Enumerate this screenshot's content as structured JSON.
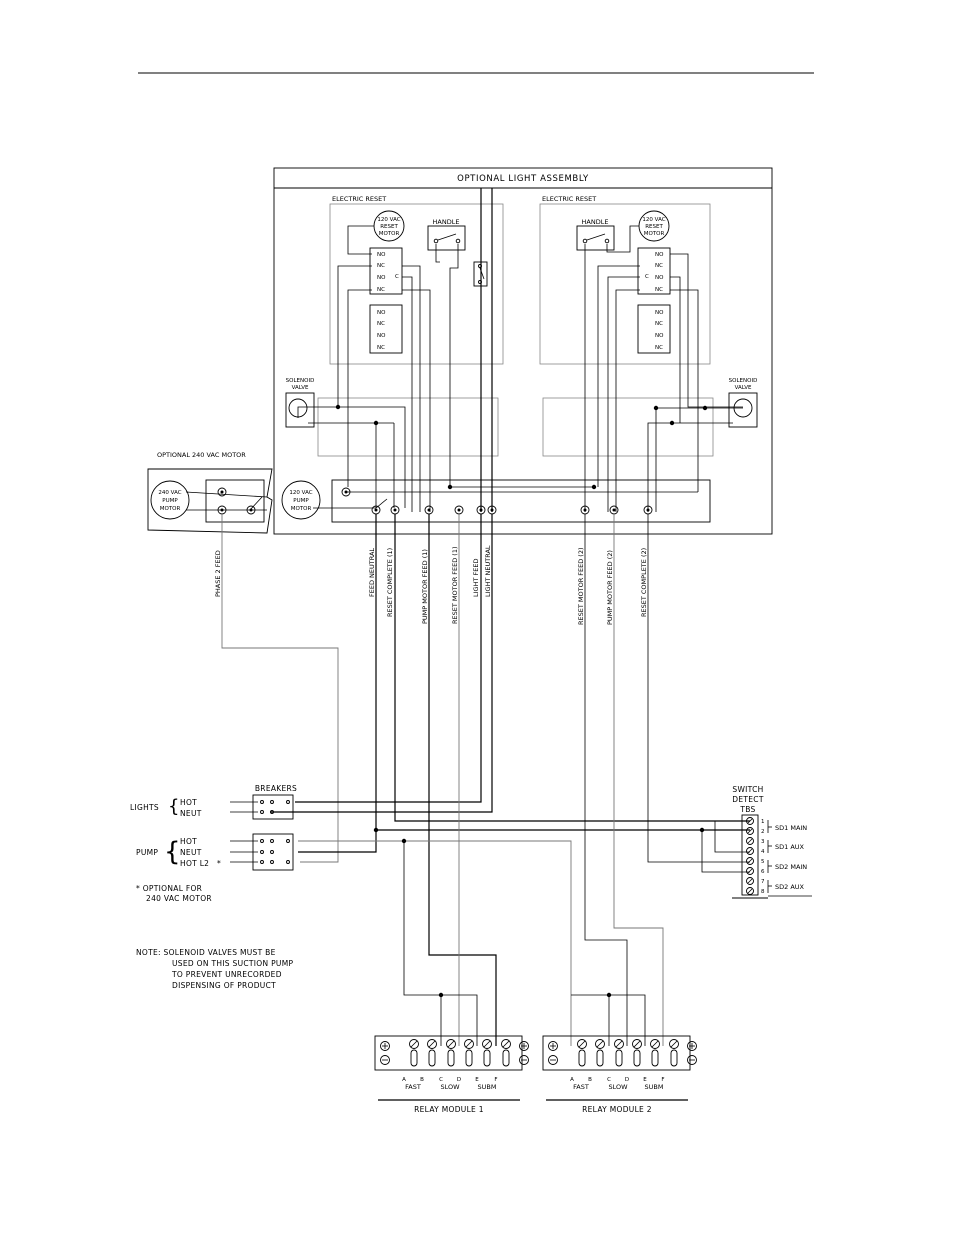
{
  "title": "OPTIONAL LIGHT ASSEMBLY",
  "electric_reset_left": "ELECTRIC RESET",
  "electric_reset_right": "ELECTRIC RESET",
  "reset_motor": [
    "120 VAC",
    "RESET",
    "MOTOR"
  ],
  "handle": "HANDLE",
  "contacts": {
    "no": "NO",
    "nc": "NC",
    "c": "C"
  },
  "solenoid_valve": [
    "SOLENOID",
    "VALVE"
  ],
  "pump_motor_120": [
    "120 VAC",
    "PUMP",
    "MOTOR"
  ],
  "optional_240": "OPTIONAL 240 VAC MOTOR",
  "pump_motor_240": [
    "240 VAC",
    "PUMP",
    "MOTOR"
  ],
  "wire_labels": {
    "phase2": "PHASE 2 FEED",
    "feed_neutral": "FEED NEUTRAL",
    "reset_complete_1": "RESET COMPLETE (1)",
    "pump_motor_feed_1": "PUMP MOTOR FEED (1)",
    "reset_motor_feed_1": "RESET MOTOR FEED (1)",
    "light_feed": "LIGHT FEED",
    "light_neutral": "LIGHT NEUTRAL",
    "reset_motor_feed_2": "RESET MOTOR FEED (2)",
    "pump_motor_feed_2": "PUMP MOTOR FEED (2)",
    "reset_complete_2": "RESET COMPLETE (2)"
  },
  "breakers": {
    "title": "BREAKERS",
    "lights": "LIGHTS",
    "lights_hot": "HOT",
    "lights_neut": "NEUT",
    "pump": "PUMP",
    "pump_hot": "HOT",
    "pump_neut": "NEUT",
    "pump_hot_l2": "HOT L2"
  },
  "footnote": [
    "* OPTIONAL FOR",
    "240 VAC MOTOR"
  ],
  "note": [
    "NOTE:  SOLENOID VALVES MUST BE",
    "USED ON THIS SUCTION PUMP",
    "TO PREVENT UNRECORDED",
    "DISPENSING OF PRODUCT"
  ],
  "switch_detect": {
    "title": [
      "SWITCH",
      "DETECT",
      "TBS"
    ],
    "terminals": [
      "1",
      "2",
      "3",
      "4",
      "5",
      "6",
      "7",
      "8"
    ],
    "sd1_main": "SD1 MAIN",
    "sd1_aux": "SD1 AUX",
    "sd2_main": "SD2 MAIN",
    "sd2_aux": "SD2 AUX"
  },
  "relay_terminals": [
    "A",
    "B",
    "C",
    "D",
    "E",
    "F"
  ],
  "relay_groups": [
    "FAST",
    "SLOW",
    "SUBM"
  ],
  "relay_module_1": "RELAY MODULE 1",
  "relay_module_2": "RELAY MODULE 2"
}
